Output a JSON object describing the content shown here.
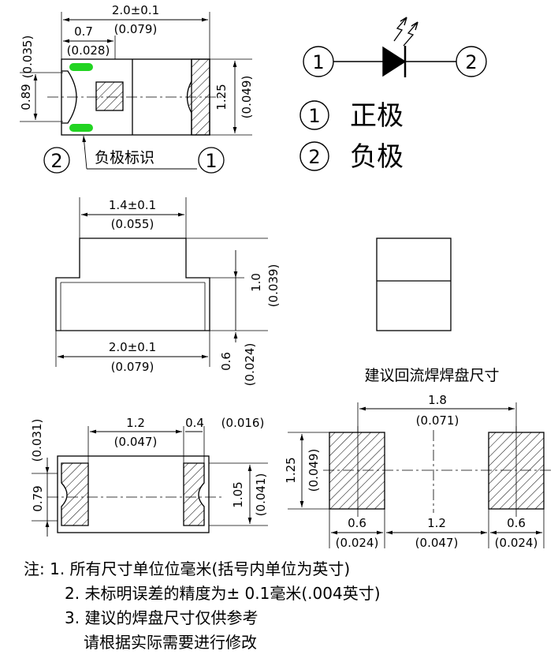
{
  "top_view": {
    "width_dim": "2.0±0.1",
    "width_dim_in": "(0.079)",
    "pad_dim": "0.7",
    "pad_dim_in": "(0.028)",
    "height_dim": "1.25",
    "height_dim_in": "(0.049)",
    "left_dim": "0.89",
    "left_dim_in": "(0.035)",
    "cathode_label": "负极标识",
    "num_left": "2",
    "num_right": "1"
  },
  "legend": {
    "num1": "1",
    "num2": "2",
    "anode": "正极",
    "cathode": "负极"
  },
  "side_view": {
    "top_dim": "1.4±0.1",
    "top_dim_in": "(0.055)",
    "bottom_dim": "2.0±0.1",
    "bottom_dim_in": "(0.079)",
    "height_dim": "1.0",
    "height_dim_in": "(0.039)",
    "base_dim": "0.6",
    "base_dim_in": "(0.024)"
  },
  "bottom_view": {
    "gap_dim": "1.2",
    "gap_dim_in": "(0.047)",
    "pad_dim": "0.4",
    "pad_dim_in": "(0.016)",
    "left_dim": "0.79",
    "left_dim_in": "(0.031)",
    "right_dim": "1.05",
    "right_dim_in": "(0.041)"
  },
  "pad_layout": {
    "title": "建议回流焊焊盘尺寸",
    "span_dim": "1.8",
    "span_dim_in": "(0.071)",
    "height_dim": "1.25",
    "height_dim_in": "(0.049)",
    "left_pad": "0.6",
    "left_pad_in": "(0.024)",
    "gap": "1.2",
    "gap_in": "(0.047)",
    "right_pad": "0.6",
    "right_pad_in": "(0.024)"
  },
  "notes": {
    "prefix": "注:",
    "n1": "1. 所有尺寸单位位毫米(括号内单位为英寸)",
    "n2": "2. 未标明误差的精度为± 0.1毫米(.004英寸)",
    "n3": "3. 建议的焊盘尺寸仅供参考",
    "n3b": "请根据实际需要进行修改"
  }
}
